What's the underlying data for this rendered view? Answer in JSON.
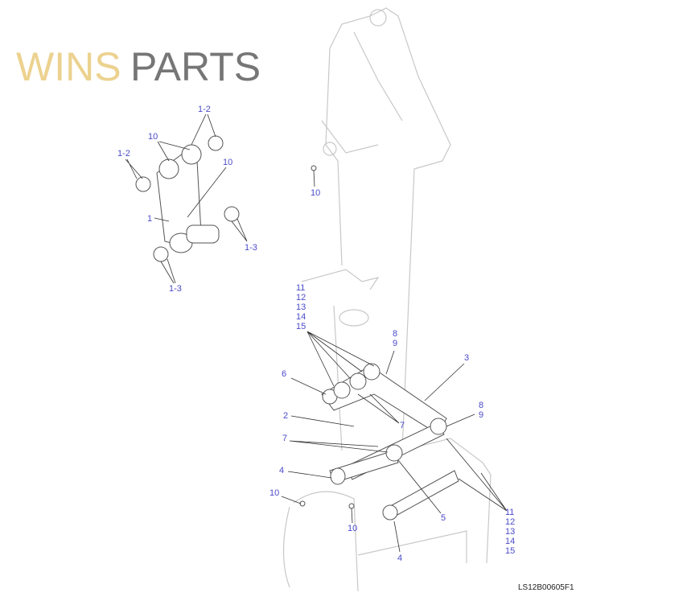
{
  "diagram": {
    "callouts": [
      "1-2",
      "10",
      "1-2",
      "10",
      "1",
      "1-3",
      "1-3",
      "10",
      "3",
      "6",
      "2",
      "7",
      "7",
      "4",
      "10",
      "5",
      "10",
      "4"
    ],
    "stack_upper": [
      "11",
      "12",
      "13",
      "14",
      "15"
    ],
    "stack_lower": [
      "11",
      "12",
      "13",
      "14",
      "15"
    ],
    "pair_upper": [
      "8",
      "9"
    ],
    "pair_right": [
      "8",
      "9"
    ],
    "drawing_code": "LS12B00605F1"
  },
  "watermark": {
    "part1": "WINS",
    "part2": "PARTS"
  }
}
